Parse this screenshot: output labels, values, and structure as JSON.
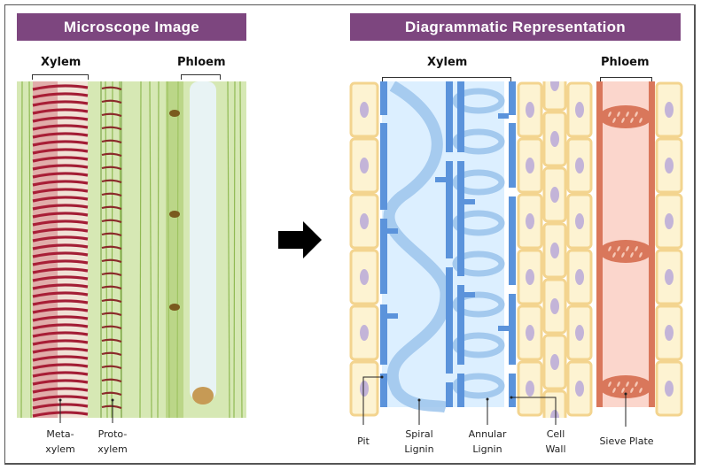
{
  "panels": {
    "left": {
      "title": "Microscope Image",
      "labels": {
        "xylem": "Xylem",
        "phloem": "Phloem"
      },
      "callouts": [
        {
          "line1": "Meta-",
          "line2": "xylem"
        },
        {
          "line1": "Proto-",
          "line2": "xylem"
        }
      ]
    },
    "right": {
      "title": "Diagrammatic Representation",
      "labels": {
        "xylem": "Xylem",
        "phloem": "Phloem"
      },
      "callouts": [
        {
          "line1": "Pit",
          "line2": ""
        },
        {
          "line1": "Spiral",
          "line2": "Lignin"
        },
        {
          "line1": "Annular",
          "line2": "Lignin"
        },
        {
          "line1": "Cell",
          "line2": "Wall"
        },
        {
          "line1": "Sieve Plate",
          "line2": ""
        }
      ]
    }
  },
  "arrow": {
    "icon": "right-arrow-icon",
    "meaning": "microscope-to-diagram"
  },
  "colors": {
    "banner": "#7d467f",
    "vessel_wall": "#5b93db",
    "vessel_fill": "#dcefff",
    "lignin": "#9cc4ec",
    "parenchyma_fill": "#fdf3d2",
    "parenchyma_border": "#f3d48f",
    "nucleus": "#c3b4d8",
    "phloem_fill": "#fbd6cc",
    "phloem_wall": "#d9775b",
    "microscope_bg": "#d6e8b4",
    "microscope_lignin": "#a31d35"
  }
}
